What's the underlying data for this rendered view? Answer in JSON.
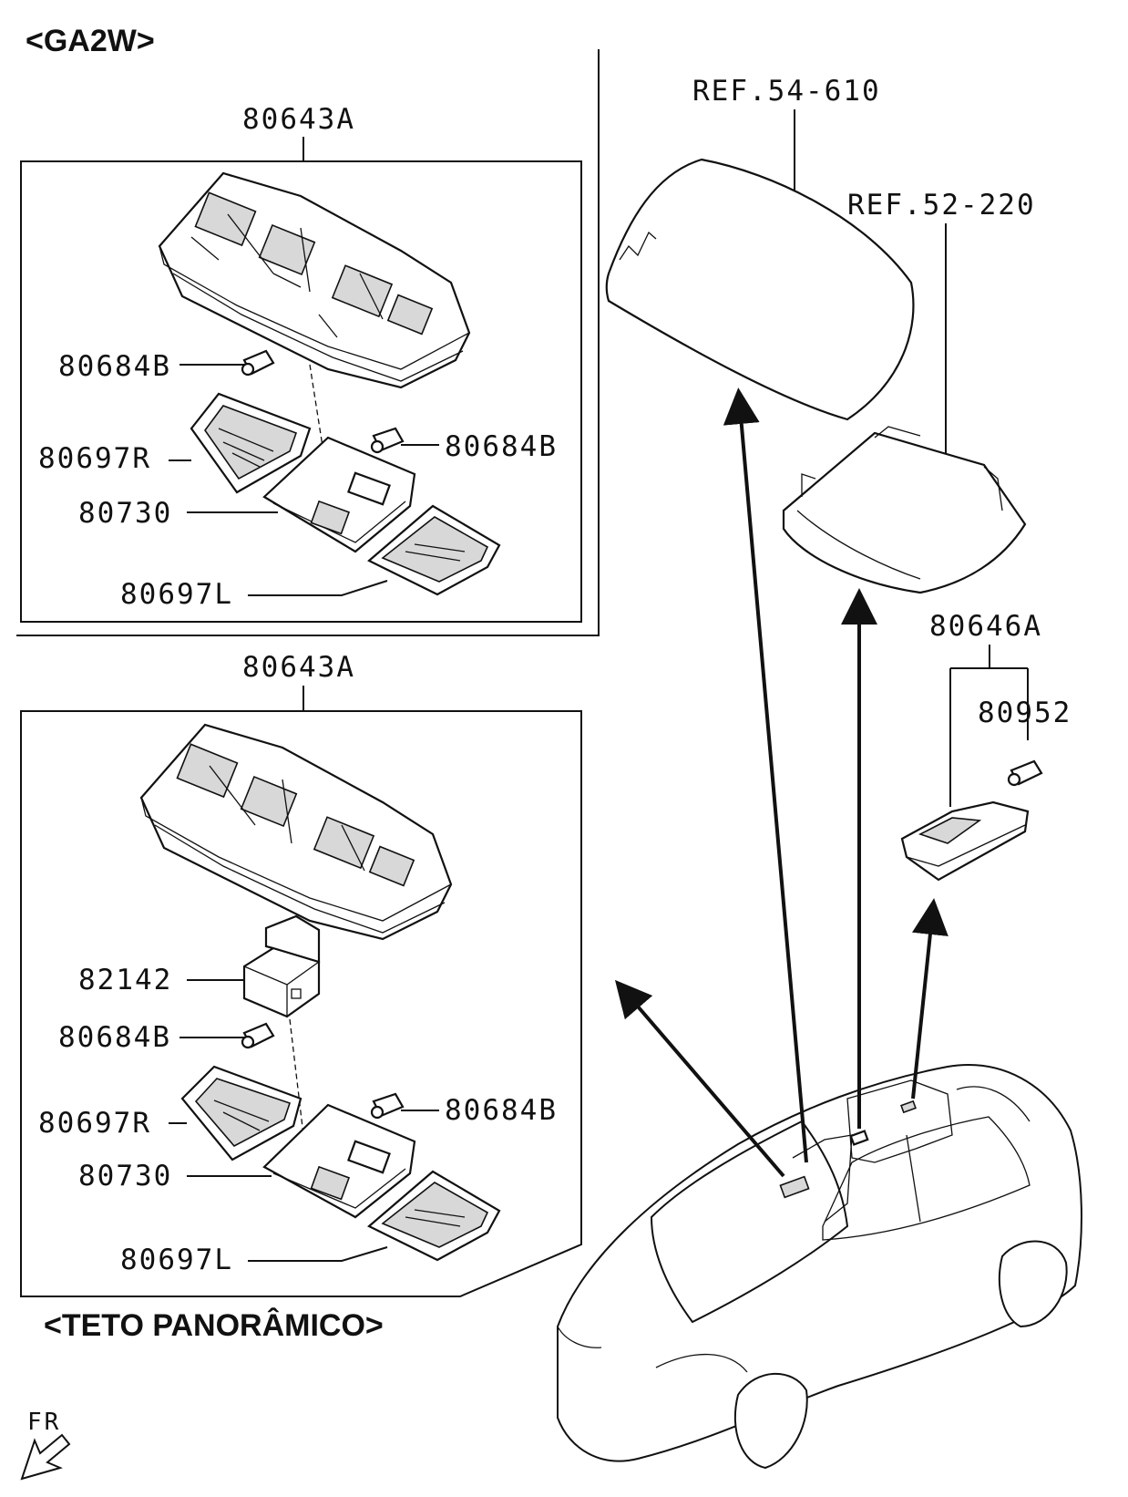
{
  "headings": {
    "variant_top": "<GA2W>",
    "variant_bottom": "<TETO PANORÂMICO>",
    "front_marker": "FR"
  },
  "references": {
    "headliner": "REF.54-610",
    "roof_panel": "REF.52-220"
  },
  "top_box": {
    "assembly": "80643A",
    "bulb_left": "80684B",
    "bulb_right": "80684B",
    "lens_right": "80697R",
    "lamp_body": "80730",
    "lens_left": "80697L"
  },
  "bottom_box": {
    "assembly": "80643A",
    "switch": "82142",
    "bulb_left": "80684B",
    "bulb_right": "80684B",
    "lens_right": "80697R",
    "lamp_body": "80730",
    "lens_left": "80697L"
  },
  "rear_lamp": {
    "assembly": "80646A",
    "bulb": "80952"
  }
}
